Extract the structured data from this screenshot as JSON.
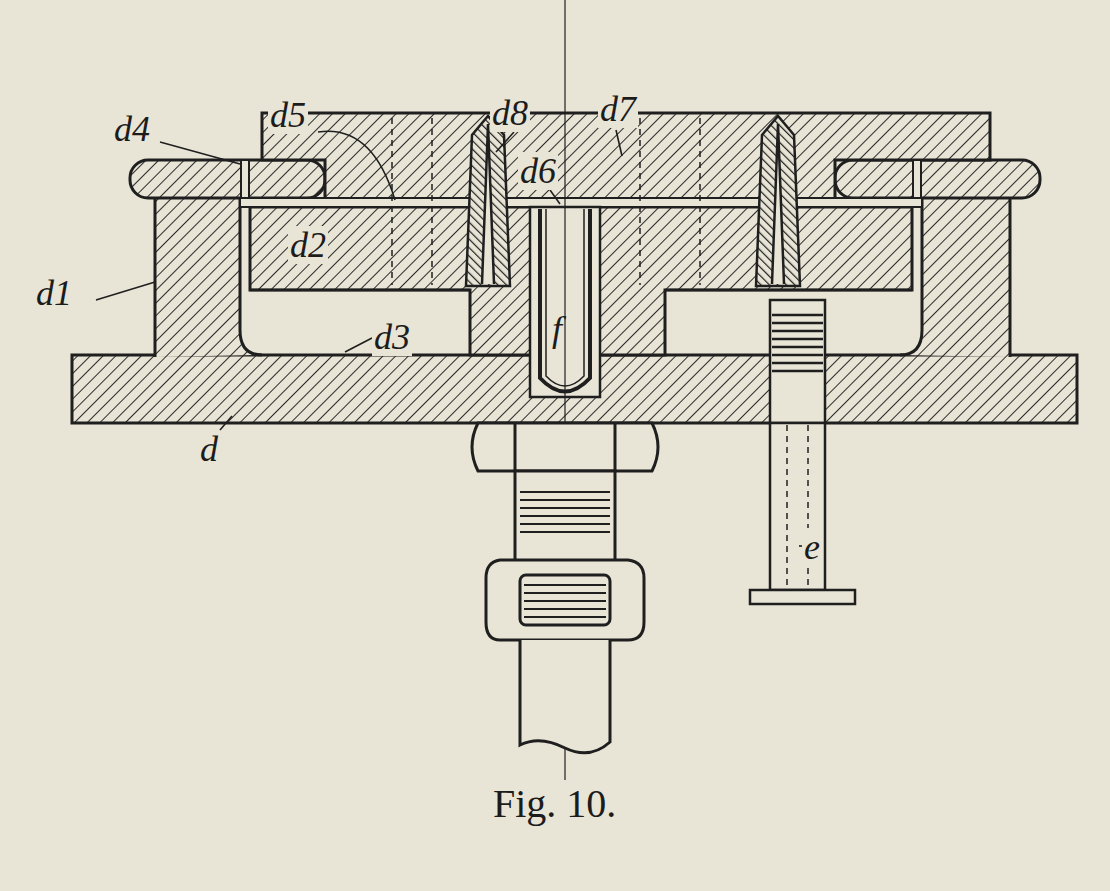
{
  "diagram": {
    "caption": "Fig. 10.",
    "labels": [
      "d4",
      "d5",
      "d8",
      "d7",
      "d6",
      "d2",
      "d1",
      "d3",
      "f",
      "d",
      "e"
    ]
  }
}
